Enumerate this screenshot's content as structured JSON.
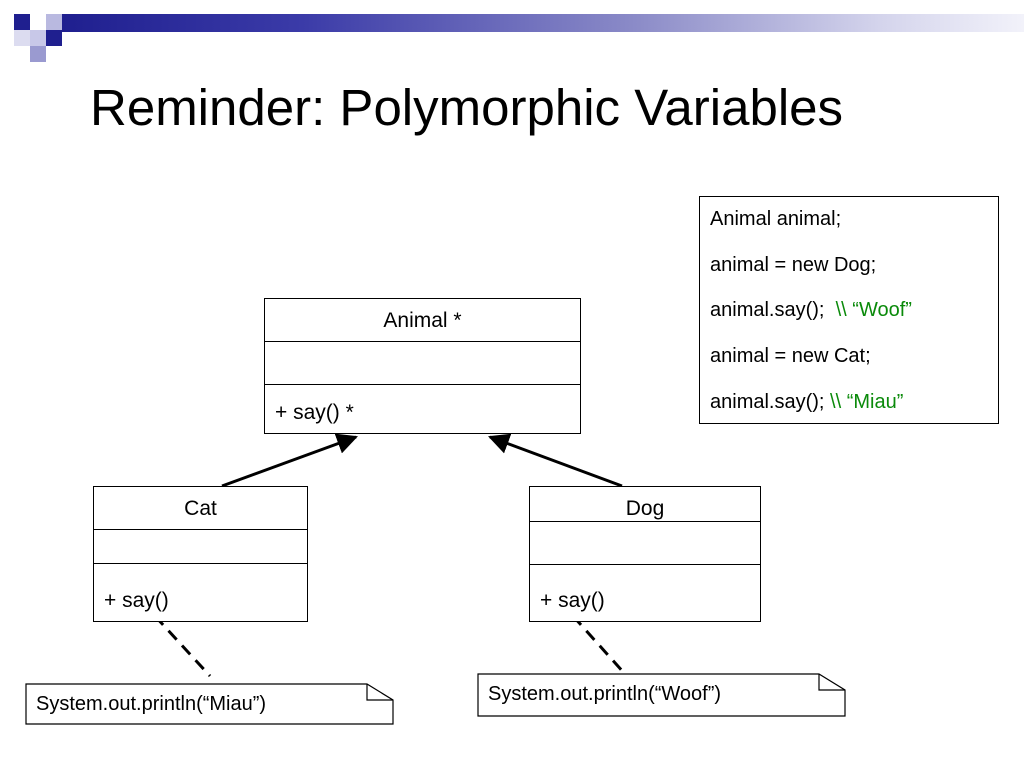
{
  "slide": {
    "title": "Reminder: Polymorphic Variables"
  },
  "classes": {
    "animal": {
      "name": "Animal *",
      "operation": "+ say() *"
    },
    "cat": {
      "name": "Cat",
      "operation": "+ say()"
    },
    "dog": {
      "name": "Dog",
      "operation": "+ say()"
    }
  },
  "code_box": {
    "line1": "Animal animal;",
    "line2": "animal = new Dog;",
    "line3_code": "animal.say();",
    "line3_comment": "\\\\ “Woof”",
    "line4": "animal = new Cat;",
    "line5_code": "animal.say();",
    "line5_comment": "\\\\ “Miau”"
  },
  "notes": {
    "cat_note": "System.out.println(“Miau”)",
    "dog_note": "System.out.println(“Woof”)"
  },
  "colors": {
    "comment_green": "#0a8a0a",
    "header_blue": "#1f1f8f"
  }
}
